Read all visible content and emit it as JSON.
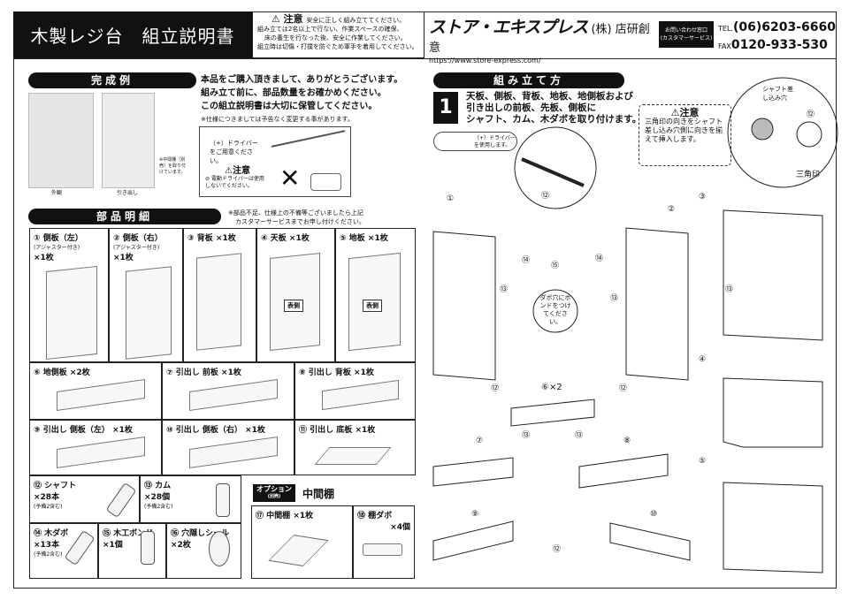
{
  "header": {
    "title": "木製レジ台　組立説明書",
    "caution_heading": "注意",
    "caution_sub": "安全に正しく組み立ててください。",
    "caution_lines": [
      "組み立ては2名以上で行ない、作業スペースの確保、",
      "床の養生を行なった後、安全に作業してください。",
      "組立時は切傷・打撲を防ぐため軍手を着用してください。"
    ],
    "brand": "ストア・エキスプレス",
    "company": "(株) 店研創意",
    "url": "https://www.store-express.com/",
    "contact_label": "お問い合わせ窓口",
    "contact_sub": "(カスタマーサービス)",
    "tel_label": "TEL.",
    "tel": "(06)6203-6660",
    "fax_label": "FAX",
    "fax": "0120-933-530"
  },
  "complete": {
    "heading": "完成例",
    "photo_labels": [
      "外観",
      "引き出し"
    ],
    "photo_note": "※中間棚（別売）を取り付けています。",
    "intro": [
      "本品をご購入頂きまして、ありがとうございます。",
      "組み立て前に、部品数量をお確かめください。",
      "この組立説明書は大切に保管してください。"
    ],
    "intro_note": "※仕様につきましては予告なく変更する事があります。",
    "driver_text": "（+）ドライバーをご用意ください。",
    "driver_caution": "注意",
    "driver_warning": "電動ドライバーは使用しないでください。"
  },
  "parts": {
    "heading": "部品明細",
    "note": [
      "※部品不足、仕様上の不備等ございましたら上記",
      "カスタマーサービスまでお申し付けください。"
    ],
    "items": [
      {
        "no": "①",
        "name": "側板（左）",
        "sub": "(アジャスター付き)",
        "qty": "×1枚"
      },
      {
        "no": "②",
        "name": "側板（右）",
        "sub": "(アジャスター付き)",
        "qty": "×1枚"
      },
      {
        "no": "③",
        "name": "背板",
        "qty": "×1枚"
      },
      {
        "no": "④",
        "name": "天板",
        "qty": "×1枚",
        "mark": "表側"
      },
      {
        "no": "⑤",
        "name": "地板",
        "qty": "×1枚",
        "mark": "表側"
      },
      {
        "no": "⑥",
        "name": "地側板",
        "qty": "×2枚"
      },
      {
        "no": "⑦",
        "name": "引出し 前板",
        "qty": "×1枚"
      },
      {
        "no": "⑧",
        "name": "引出し 背板",
        "qty": "×1枚"
      },
      {
        "no": "⑨",
        "name": "引出し 側板（左）",
        "qty": "×1枚"
      },
      {
        "no": "⑩",
        "name": "引出し 側板（右）",
        "qty": "×1枚"
      },
      {
        "no": "⑪",
        "name": "引出し 底板",
        "qty": "×1枚"
      },
      {
        "no": "⑫",
        "name": "シャフト",
        "qty": "×28本",
        "sub": "(予備2含む)"
      },
      {
        "no": "⑬",
        "name": "カム",
        "qty": "×28個",
        "sub": "(予備2含む)"
      },
      {
        "no": "⑭",
        "name": "木ダボ",
        "qty": "×13本",
        "sub": "(予備2含む)"
      },
      {
        "no": "⑮",
        "name": "木工ボンド",
        "qty": "×1個"
      },
      {
        "no": "⑯",
        "name": "穴隠しシール",
        "qty": "×2枚"
      }
    ],
    "option_badge": "オプション",
    "option_badge_sub": "(別売)",
    "option_title": "中間棚",
    "option_items": [
      {
        "no": "⑰",
        "name": "中間棚",
        "qty": "×1枚"
      },
      {
        "no": "⑱",
        "name": "棚ダボ",
        "qty": "×4個"
      }
    ]
  },
  "assembly": {
    "heading": "組み立て方",
    "step_no": "1",
    "step_text": [
      "天板、側板、背板、地板、地側板および",
      "引き出しの前板、先板、側板に",
      "シャフト、カム、木ダボを取り付けます。"
    ],
    "driver_note": "（+）ドライバーを使用します。",
    "caution_heading": "注意",
    "caution_text": "三角印の向きをシャフト差し込み穴側に向きを揃えて挿入します。",
    "detail_labels": [
      "シャフト差し込み穴",
      "⑫",
      "三角印"
    ],
    "bond_note": "ダボ穴にボンドをつけてください。",
    "six_label": "⑥×2"
  }
}
